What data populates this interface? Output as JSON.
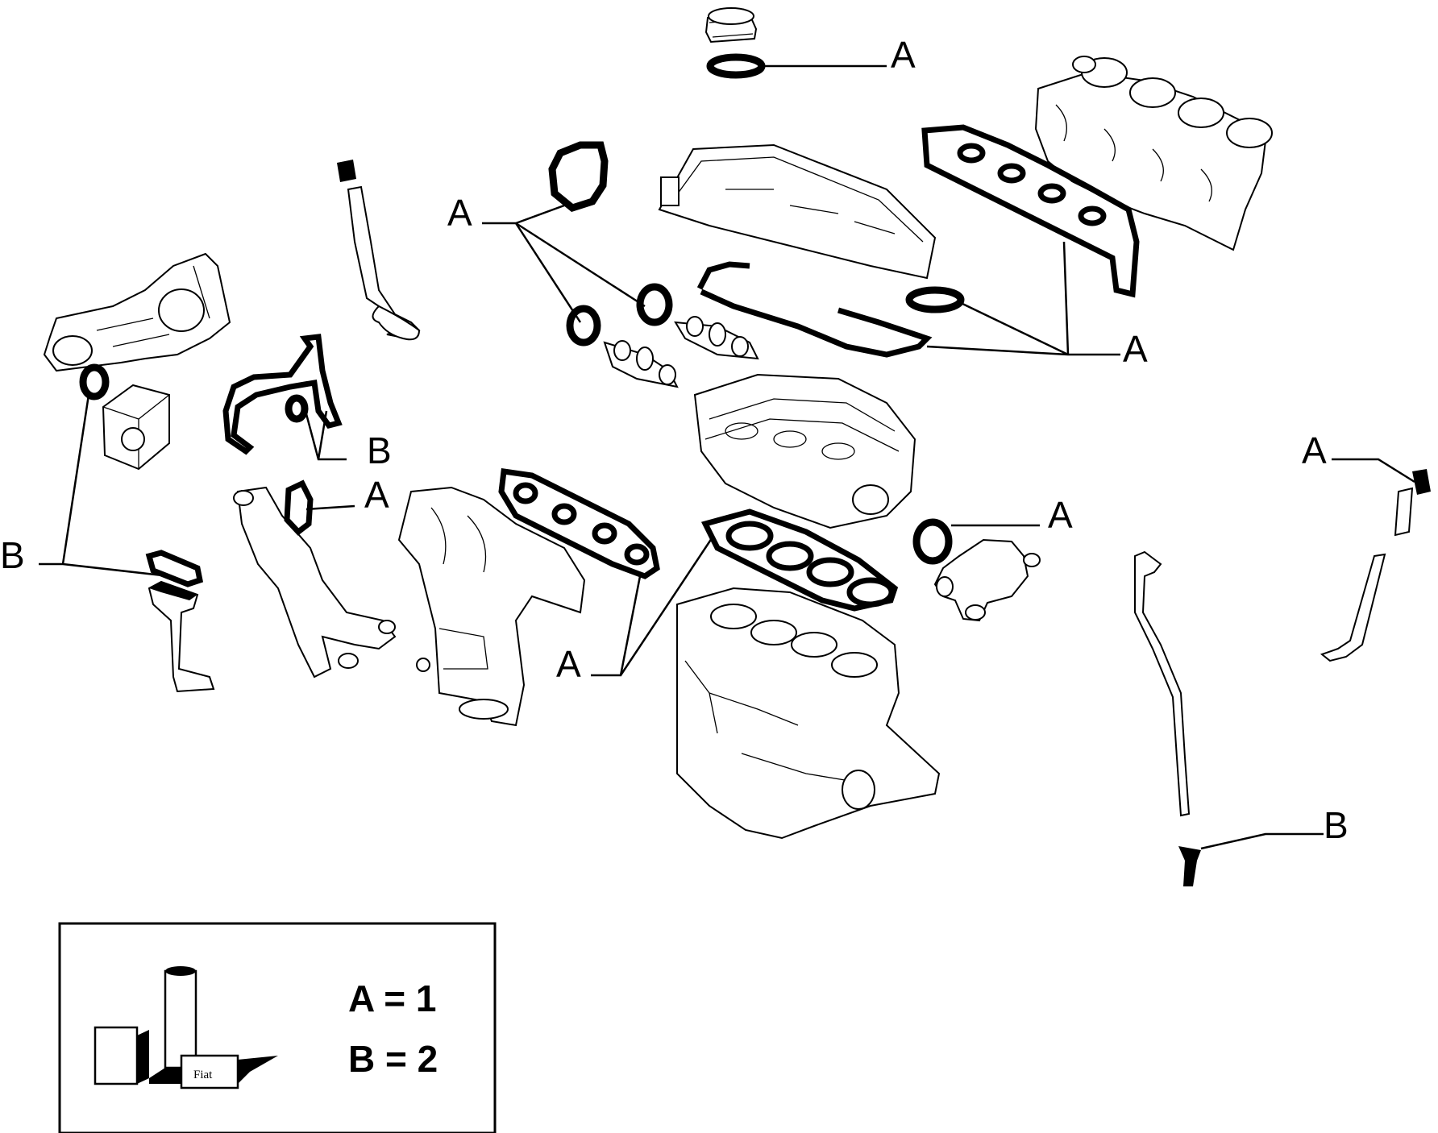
{
  "callouts": {
    "a_oil_cap": "A",
    "a_cam_seals": "A",
    "a_cover_gaskets": "A",
    "b_timing": "B",
    "a_water_pipe": "A",
    "a_thermostat": "A",
    "b_oil_pump": "B",
    "a_head_exhaust": "A",
    "a_valve_right": "A",
    "b_bolt": "B"
  },
  "legend": {
    "line_a": "A = 1",
    "line_b": "B = 2",
    "package_brand": "Fiat"
  },
  "colors": {
    "ink": "#000000",
    "paper": "#ffffff"
  }
}
